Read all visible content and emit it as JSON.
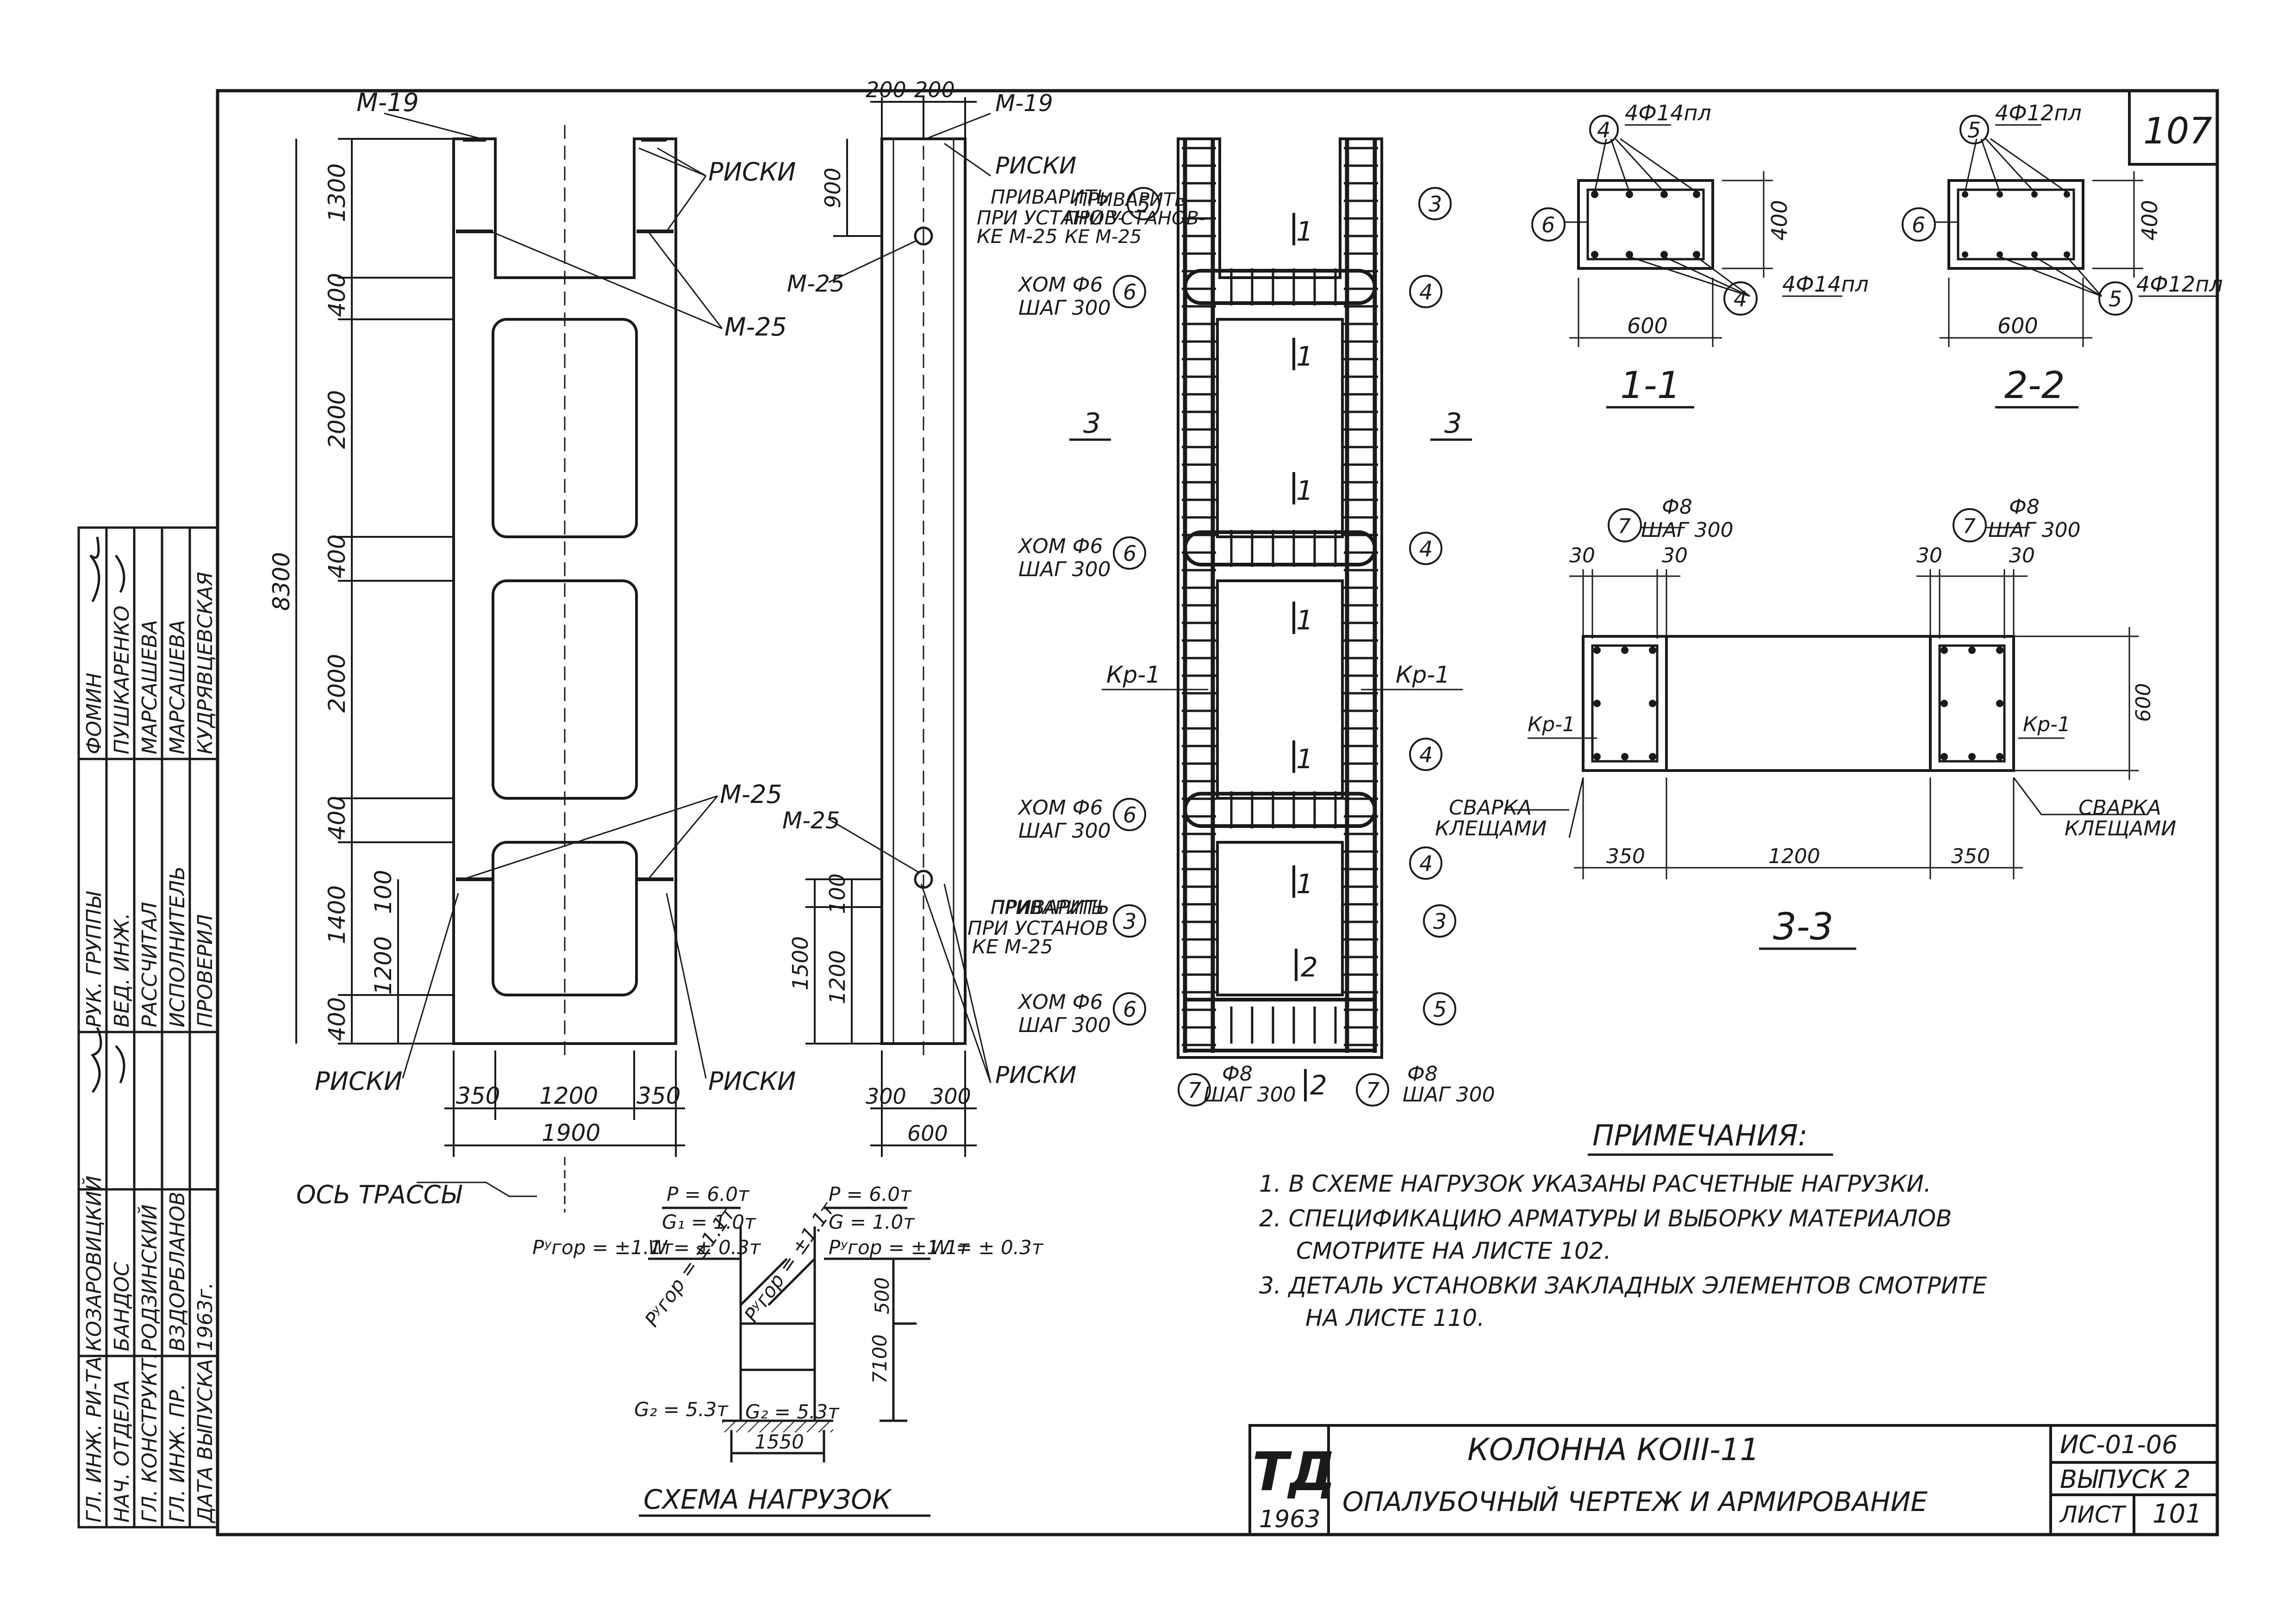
{
  "sheet_number": "107",
  "elevation": {
    "labels": {
      "m19": "М-19",
      "riski": "РИСКИ",
      "m25": "М-25",
      "axis": "ОСЬ ТРАССЫ"
    },
    "dims_vertical": [
      "1300",
      "400",
      "2000",
      "400",
      "2000",
      "400",
      "1400",
      "400"
    ],
    "dim_total": "8300",
    "dim_100": "100",
    "dim_1200": "1200",
    "dims_bottom": [
      "350",
      "1200",
      "350"
    ],
    "dim_width": "1900"
  },
  "side_view": {
    "top_dims": [
      "200",
      "200"
    ],
    "m19": "М-19",
    "riski": "РИСКИ",
    "weld_note": [
      "ПРИВАРИТЬ",
      "ПРИ УСТАНОВ-",
      "КЕ М-25"
    ],
    "dim_900": "900",
    "m25_top": "М-25",
    "m25_bot": "М-25",
    "weld_note2": [
      "ПРИВАРИТЬ",
      "ПРИ УСТАНОВ",
      "КЕ М-25"
    ],
    "dim_1500": "1500",
    "dim_100": "100",
    "dim_1200": "1200",
    "riski2": "РИСКИ",
    "bottom_dims": [
      "300",
      "300"
    ],
    "dim_600": "600"
  },
  "reinforcement": {
    "weld_note": [
      "ПРИВАРИТЬ",
      "ПРИ УСТАНОВ-",
      "КЕ М-25"
    ],
    "clamp": [
      "ХОМ Ф6",
      "ШАГ 300"
    ],
    "markers": [
      "3",
      "4",
      "5",
      "6",
      "7"
    ],
    "section_marks": [
      "1",
      "1",
      "1",
      "1",
      "1",
      "1",
      "2",
      "2"
    ],
    "section_3": "3",
    "kr1": "Кр-1",
    "bottom_bar": [
      "Ф8",
      "ШАГ 300"
    ]
  },
  "section_1_1": {
    "title": "1-1",
    "top": "4Ф14пл",
    "bottom": "4Ф14пл",
    "width": "600",
    "height": "400",
    "marker_top": "4",
    "marker_left": "6",
    "marker_bottom": "4"
  },
  "section_2_2": {
    "title": "2-2",
    "top": "4Ф12пл",
    "bottom": "4Ф12пл",
    "width": "600",
    "height": "400",
    "marker_top": "5",
    "marker_left": "6",
    "marker_bottom": "5"
  },
  "section_3_3": {
    "title": "3-3",
    "bar": [
      "Ф8",
      "ШАГ 300"
    ],
    "marker": "7",
    "edge": "30",
    "kr1": "Кр-1",
    "weld": [
      "СВАРКА",
      "КЛЕЩАМИ"
    ],
    "dims": [
      "350",
      "1200",
      "350"
    ],
    "height": "600"
  },
  "notes": {
    "title": "ПРИМЕЧАНИЯ:",
    "items": [
      "1. В СХЕМЕ НАГРУЗОК УКАЗАНЫ РАСЧЕТНЫЕ НАГРУЗКИ.",
      "2. СПЕЦИФИКАЦИЮ АРМАТУРЫ И ВЫБОРКУ МАТЕРИАЛОВ",
      "СМОТРИТЕ НА ЛИСТЕ 102.",
      "3. ДЕТАЛЬ УСТАНОВКИ ЗАКЛАДНЫХ ЭЛЕМЕНТОВ СМОТРИТЕ",
      "НА ЛИСТЕ 110."
    ]
  },
  "load_scheme": {
    "title": "СХЕМА НАГРУЗОК",
    "p1": "P = 6.0т",
    "g1": "G₁ = 1.0т",
    "p2": "P = 6.0т",
    "g": "G = 1.0т",
    "phor_left": "Pʸгор = ±1.1т",
    "w_left": "W = ± 0.3т",
    "phor_right": "Pʸгор = ±1.1т",
    "w_right": "W = ± 0.3т",
    "phor_diag1": "Pʸгор = ±1.1т",
    "phor_diag2": "Pʸгор = ±1.1т",
    "g2_left": "G₂ = 5.3т",
    "g2_inner": "G₂ = 5.3т",
    "dim_500": "500",
    "dim_7100": "7100",
    "dim_1550": "1550"
  },
  "side_stamp": {
    "roles": [
      "ГЛ. ИНЖ. РИ-ТА",
      "НАЧ. ОТДЕЛА",
      "ГЛ. КОНСТРУКТ.",
      "ГЛ. ИНЖ. ПР.",
      "ДАТА ВЫПУСКА",
      "РУК. ГРУППЫ",
      "ВЕД. ИНЖ.",
      "РАССЧИТАЛ",
      "ИСПОЛНИТЕЛЬ",
      "ПРОВЕРИЛ"
    ],
    "names": [
      "КОЗАРОВИЦКИЙ",
      "БАНДОС",
      "РОДЗИНСКИЙ",
      "ВЗДОРБЛАНОВ",
      "1963г.",
      "ФОМИН",
      "ПУШКАРЕНКО",
      "МАРСАШЕВА",
      "МАРСАШЕВА",
      "КУДРЯВЦЕВСКАЯ"
    ]
  },
  "title_block": {
    "logo": "ТД",
    "year": "1963",
    "title": "КОЛОННА КОIII-11",
    "subtitle": "ОПАЛУБОЧНЫЙ ЧЕРТЕЖ И АРМИРОВАНИЕ",
    "code": "ИС-01-06",
    "issue": "ВЫПУСК 2",
    "sheet_label": "ЛИСТ",
    "sheet_no": "101"
  }
}
